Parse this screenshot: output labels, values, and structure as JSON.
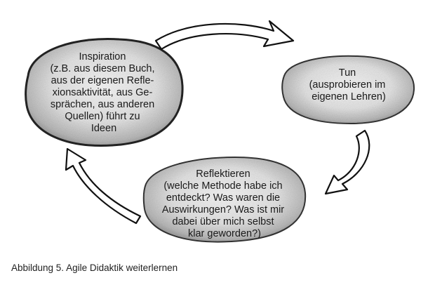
{
  "nodes": {
    "inspiration": {
      "lines": [
        "Inspiration",
        "(z.B. aus diesem Buch,",
        "aus der eigenen Refle-",
        "xionsaktivität, aus Ge-",
        "sprächen, aus anderen",
        "Quellen) führt zu",
        "Ideen"
      ]
    },
    "tun": {
      "lines": [
        "Tun",
        "(ausprobieren im",
        "eigenen Lehren)"
      ]
    },
    "reflektieren": {
      "lines": [
        "Reflektieren",
        "(welche Methode habe ich",
        "entdeckt? Was waren die",
        "Auswirkungen? Was ist mir",
        "dabei über mich selbst",
        "klar geworden?)"
      ]
    }
  },
  "caption": "Abbildung 5. Agile Didaktik weiterlernen"
}
